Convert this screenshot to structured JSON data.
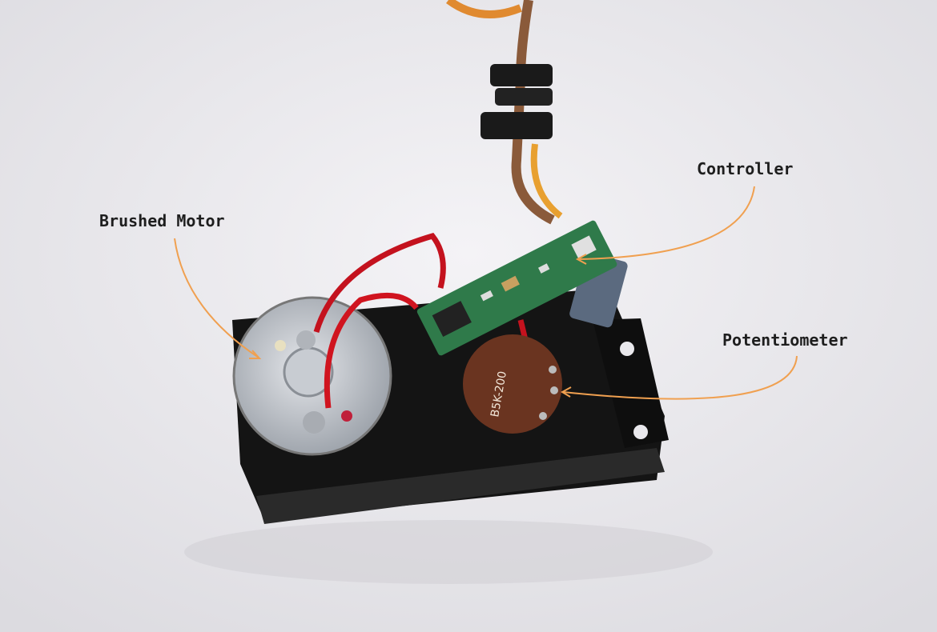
{
  "labels": {
    "motor": "Brushed Motor",
    "controller": "Controller",
    "potentiometer": "Potentiometer"
  },
  "pot_marking": "B5K-200",
  "colors": {
    "annotation_arrow": "#f0a050",
    "label_text": "#1e1e1e",
    "pcb": "#2f7a4a",
    "case": "#111111"
  }
}
